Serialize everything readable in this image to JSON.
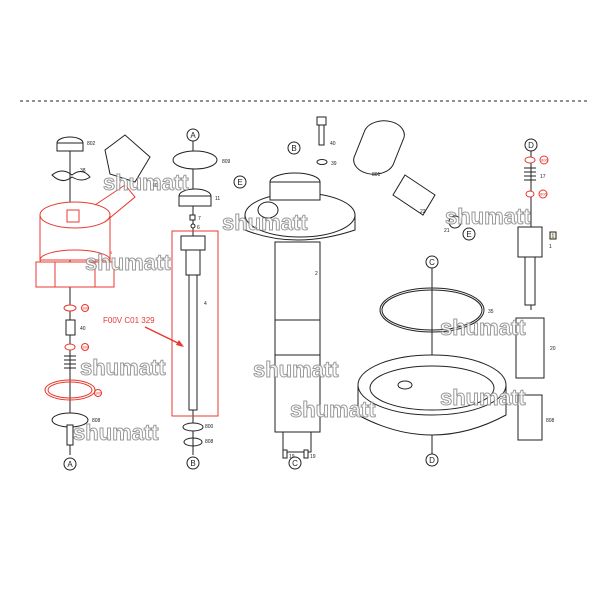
{
  "part_number_annotation": "F00V C01 329",
  "watermark": "shumatt",
  "colors": {
    "highlight": "#e8392f",
    "line": "#222222",
    "watermark": "#888888"
  },
  "callouts": {
    "A": "A",
    "B": "B",
    "C": "C",
    "D": "D",
    "E": "E"
  },
  "part_labels": {
    "p802": "802",
    "p38": "38",
    "p801a": "801",
    "p3": "3",
    "p806a": "806",
    "p40a": "40",
    "p806b": "806",
    "p805": "805",
    "p808a": "808",
    "p809": "809",
    "p11": "11",
    "p7": "7",
    "p6": "6",
    "p4": "4",
    "p800": "800",
    "p808b": "808",
    "p40b": "40",
    "p39": "39",
    "p2": "2",
    "p19a": "19",
    "p19b": "19",
    "p801b": "801",
    "p22": "22",
    "p21": "21",
    "p806c": "806",
    "p17": "17",
    "p806d": "806",
    "p1": "1",
    "p1box": "1",
    "p35": "35",
    "p20": "20",
    "p808c": "808"
  }
}
